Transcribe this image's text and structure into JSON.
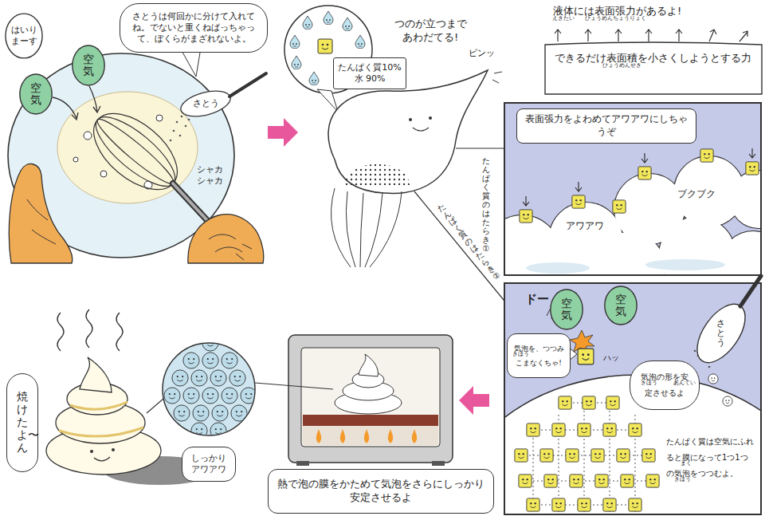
{
  "diagram": {
    "nodes": [
      {
        "text": [
          "さとうは何回かに分けて入れてね。でないと重くねばっちゃって、ぼくらがまざれないよ。"
        ]
      },
      {
        "text": [
          "はいりまーす"
        ]
      },
      {
        "text": [
          "空気"
        ]
      },
      {
        "text": [
          "空気"
        ]
      },
      {
        "text": [
          "たんぱく質10% 水 90%"
        ]
      },
      {
        "text": [
          "液体には表面張力があるよ!",
          "できるだけ表面積を小さくしようとする力"
        ]
      },
      {
        "text": [
          "ブクブク",
          "アワアワ"
        ]
      },
      {
        "text": [
          "表面張力をよわめてアワアワにしちゃうぞ"
        ],
        "in": 6
      },
      {
        "text": [
          "ドー",
          "ハッ",
          "たんぱく質は空気にふれると膜になって1つ1つの気泡をつつむよ。"
        ]
      },
      {
        "text": [
          "空気"
        ],
        "in": 8
      },
      {
        "text": [
          "空気"
        ],
        "in": 8
      },
      {
        "text": [
          "気泡を、つつみこまなくちゃ!"
        ],
        "in": 8
      },
      {
        "text": [
          "気泡の形を安定させるよ"
        ],
        "in": 8
      },
      {
        "text": [
          "熱で泡の膜をかためて気泡をさらにしっかり安定させるよ"
        ]
      },
      {
        "text": [
          "しっかりアワアワ"
        ]
      },
      {
        "text": [
          "焼けたよ〜ん"
        ]
      }
    ],
    "labels": [
      "さとう",
      "シャカシャカ",
      "つのが立つまであわだてる!",
      "ピンッ",
      "えきたい",
      "ひょうめんちょうりょく",
      "ひょうめんせき",
      "たんぱく質のはたらき①",
      "たんぱく質のはたらき②",
      "さとう",
      "きほう",
      "きほう",
      "あんてい",
      "まく",
      "きほう"
    ]
  }
}
